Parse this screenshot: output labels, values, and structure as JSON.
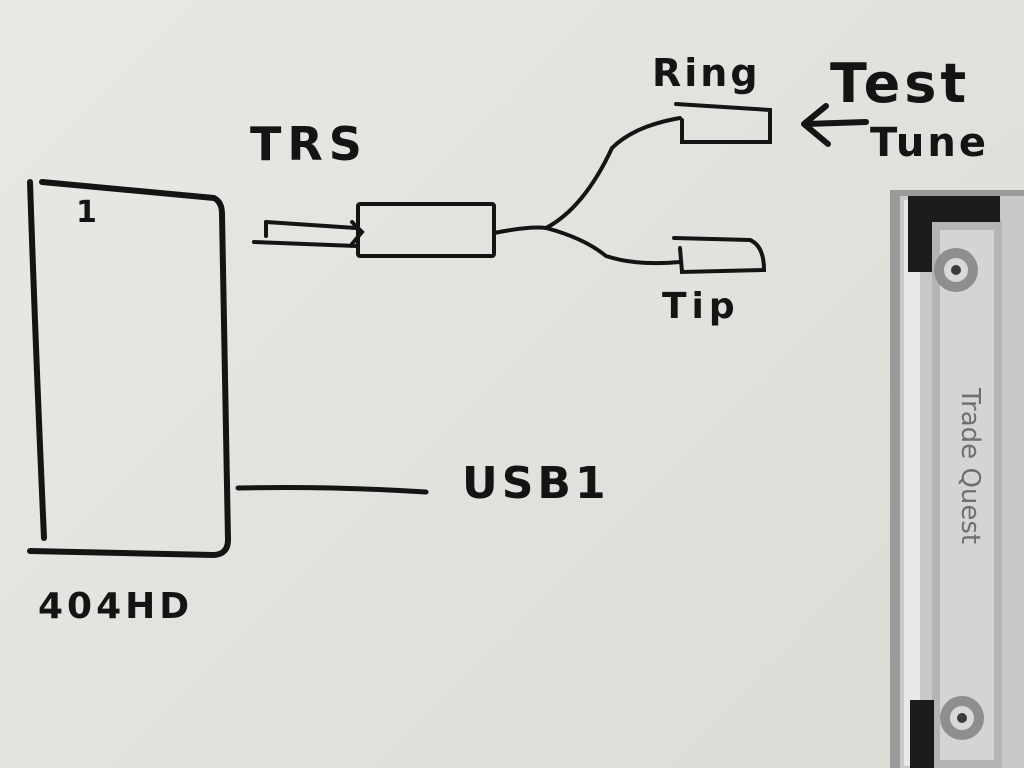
{
  "labels": {
    "device_channel": "1",
    "device_name": "404HD",
    "trs": "TRS",
    "ring": "Ring",
    "tip": "Tip",
    "test": "Test",
    "tune": "Tune",
    "usb": "USB1"
  },
  "clip": {
    "brand_text": "Trade Quest"
  },
  "colors": {
    "ink": "#141414",
    "whiteboard": "#e6e5e1",
    "clip_metal": "#bcbcbc"
  },
  "icons": {
    "arrow": "left-arrow-icon"
  }
}
